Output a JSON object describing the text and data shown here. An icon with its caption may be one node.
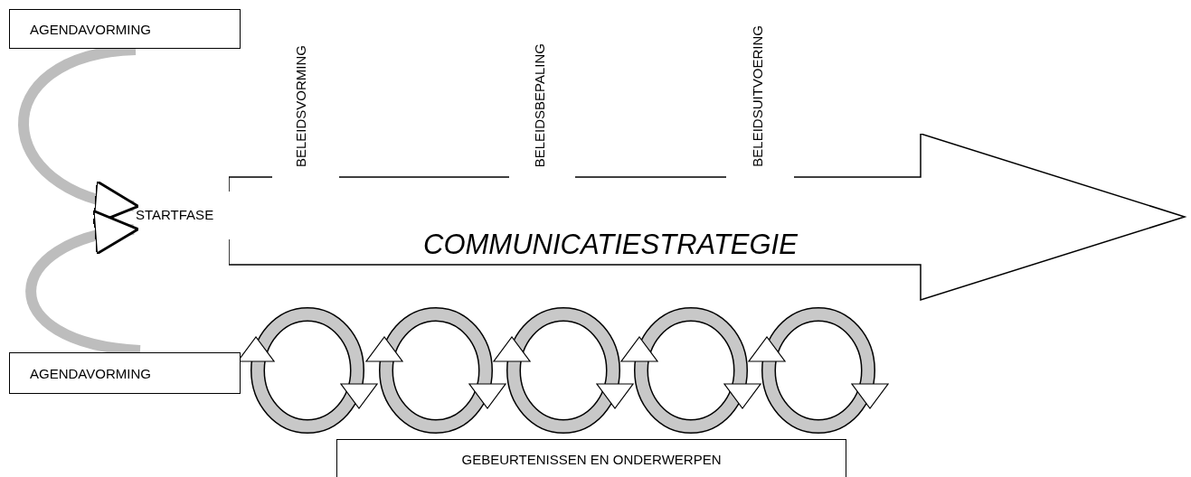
{
  "diagram": {
    "nodes": [
      {
        "text": [
          "AGENDAVORMING"
        ]
      },
      {
        "text": [
          "STARTFASE"
        ]
      },
      {
        "text": [
          "AGENDAVORMING"
        ]
      },
      {
        "text": [
          "COMMUNICATIESTRATEGIE"
        ]
      },
      {
        "text": [
          "GEBEURTENISSEN EN ONDERWERPEN"
        ]
      }
    ],
    "edges": [
      {
        "from": 0,
        "to": 1,
        "arrow": "to"
      },
      {
        "from": 2,
        "to": 1,
        "arrow": "to"
      }
    ],
    "labels": [
      "BELEIDSVORMING",
      "BELEIDSBEPALING",
      "BELEIDSUITVOERING"
    ]
  }
}
